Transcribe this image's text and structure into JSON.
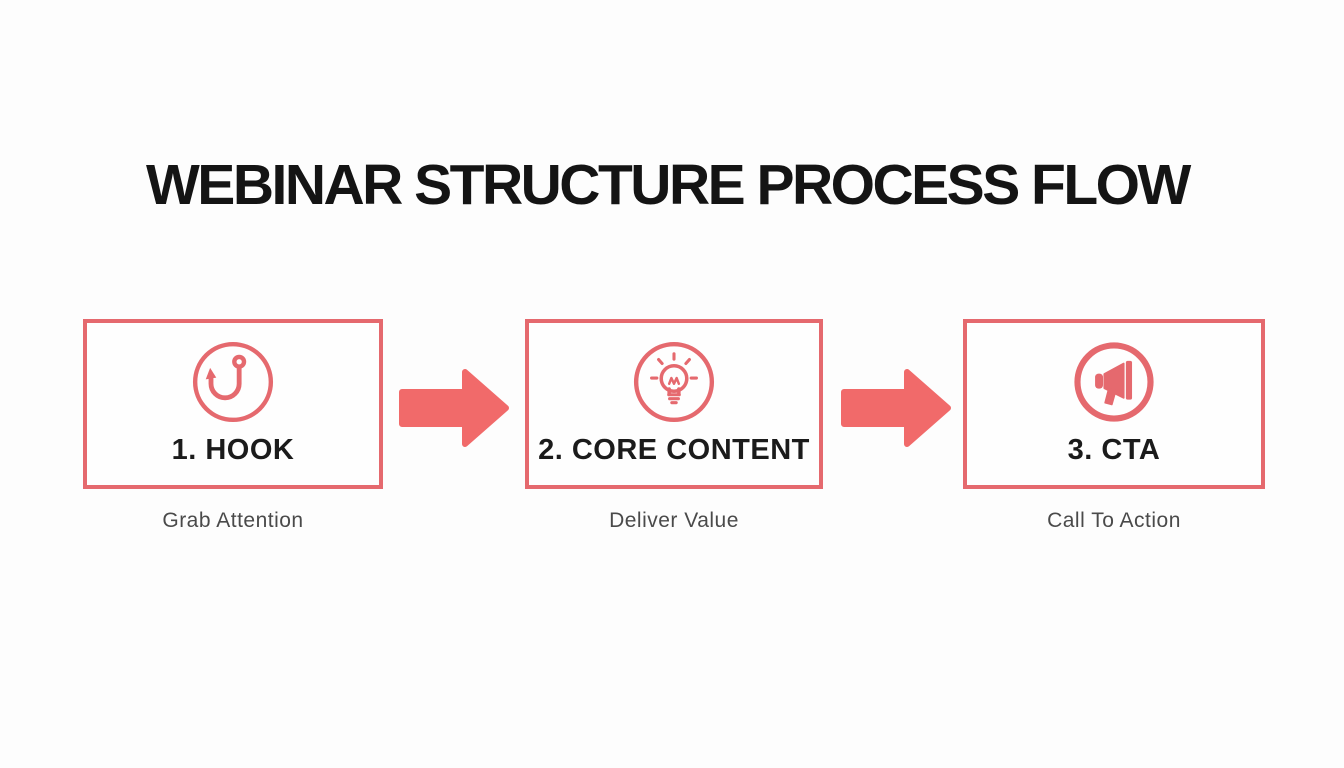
{
  "title": "WEBINAR STRUCTURE PROCESS FLOW",
  "colors": {
    "title": "#141414",
    "label": "#1b1b1b",
    "subtitle": "#4a4a4a",
    "border": "#e5696e",
    "arrow": "#f16a6a"
  },
  "steps": [
    {
      "label": "1. HOOK",
      "subtitle": "Grab Attention",
      "icon": "fish-hook-icon"
    },
    {
      "label": "2. CORE CONTENT",
      "subtitle": "Deliver Value",
      "icon": "lightbulb-icon"
    },
    {
      "label": "3. CTA",
      "subtitle": "Call To Action",
      "icon": "megaphone-icon"
    }
  ],
  "connectors": [
    {
      "icon": "arrow-right-icon"
    },
    {
      "icon": "arrow-right-icon"
    }
  ]
}
